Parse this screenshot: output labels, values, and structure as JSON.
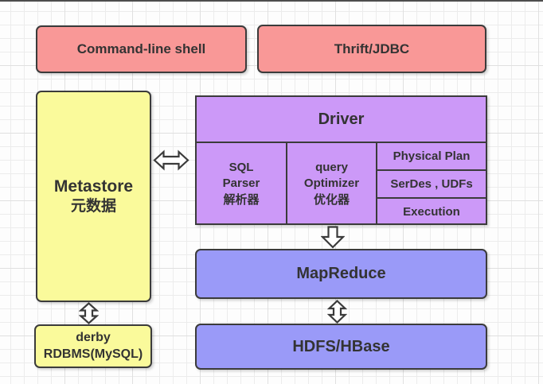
{
  "boxes": {
    "command_line_shell": {
      "label": "Command-line shell"
    },
    "thrift_jdbc": {
      "label": "Thrift/JDBC"
    },
    "metastore": {
      "label_en": "Metastore",
      "label_zh": "元数据"
    },
    "driver": {
      "title": "Driver",
      "sql_parser": {
        "line1": "SQL",
        "line2": "Parser",
        "line3": "解析器"
      },
      "query_optimizer": {
        "line1": "query",
        "line2": "Optimizer",
        "line3": "优化器"
      },
      "stages": [
        "Physical Plan",
        "SerDes , UDFs",
        "Execution"
      ]
    },
    "mapreduce": {
      "label": "MapReduce"
    },
    "hdfs_hbase": {
      "label": "HDFS/HBase"
    },
    "derby": {
      "line1": "derby",
      "line2": "RDBMS(MySQL)"
    }
  },
  "arrows": [
    {
      "name": "metastore-driver",
      "type": "double-horizontal"
    },
    {
      "name": "driver-mapreduce",
      "type": "single-down"
    },
    {
      "name": "mapreduce-hdfs",
      "type": "double-vertical"
    },
    {
      "name": "metastore-derby",
      "type": "double-vertical"
    }
  ],
  "colors": {
    "pink": "#F99897",
    "yellow": "#FAFA9B",
    "purple": "#CC99F8",
    "periwinkle": "#9A9AF8",
    "border": "#3B3B3B",
    "text": "#333333"
  }
}
